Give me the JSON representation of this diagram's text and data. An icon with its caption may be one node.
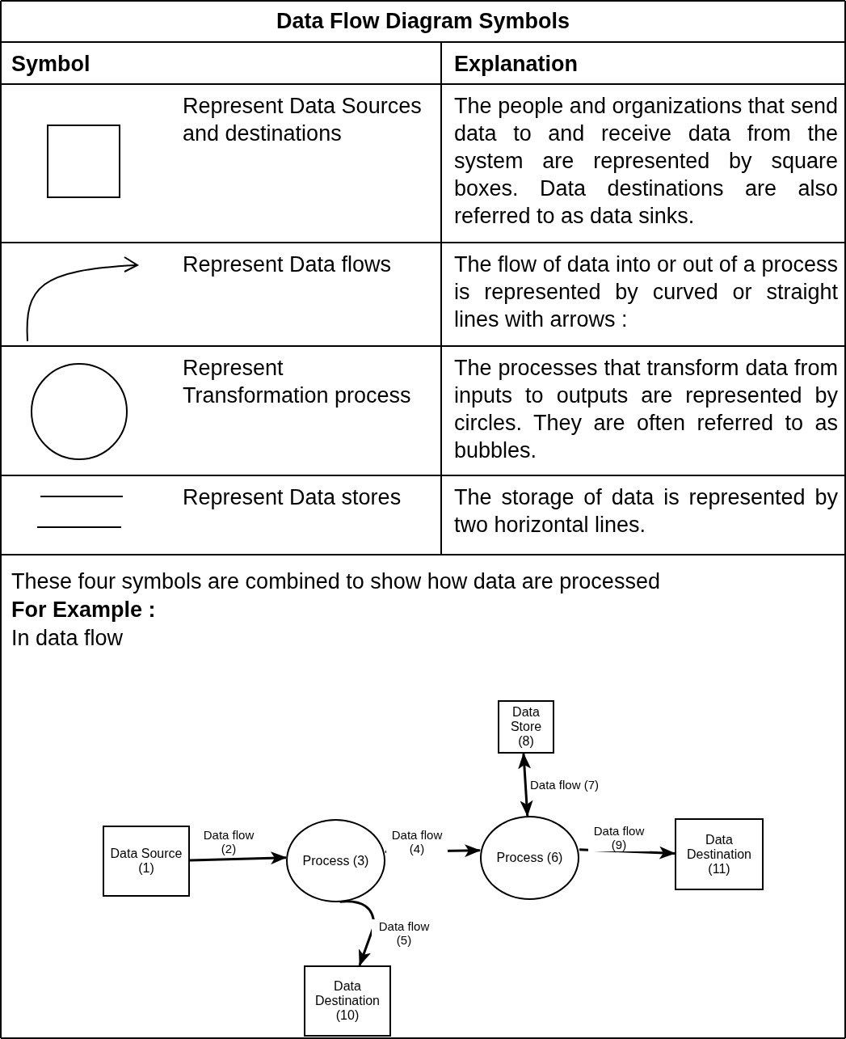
{
  "diagram": {
    "title": "Data Flow Diagram Symbols",
    "nodes": [
      {
        "text": [
          "Data Store (8)"
        ]
      },
      {
        "text": [
          "Data Source (1)"
        ]
      },
      {
        "text": [
          "Process (3)"
        ]
      },
      {
        "text": [
          "Process (6)"
        ]
      },
      {
        "text": [
          "Data Destination (11)"
        ]
      },
      {
        "text": [
          "Data Destination (10)"
        ]
      }
    ],
    "edges": [
      {
        "from": 1,
        "to": 2,
        "arrow": "to",
        "label": "Data flow (2)"
      },
      {
        "from": 2,
        "to": 3,
        "arrow": "to",
        "label": "Data flow (4)"
      },
      {
        "from": 3,
        "to": 0,
        "arrow": "both",
        "label": "Data flow (7)"
      },
      {
        "from": 3,
        "to": 4,
        "arrow": "to",
        "label": "Data flow (9)"
      },
      {
        "from": 2,
        "to": 5,
        "arrow": "to",
        "label": "Data flow (5)"
      }
    ],
    "labels": [
      "Symbol",
      "Explanation",
      "Represent Data Sources and destinations",
      "The people and organizations that send data to and receive data from the system are represented by square boxes. Data destinations are also referred to as data sinks.",
      "Represent Data flows",
      "The flow of data into or out of a process is represented by curved or straight lines with arrows :",
      "Represent Transformation process",
      "The processes that transform data from inputs to outputs are represented by circles. They are often referred to as bubbles.",
      "Represent Data stores",
      "The storage of data is represented by two horizontal lines.",
      "These four symbols are combined to show how data are processed",
      "For Example :",
      "In data flow"
    ]
  }
}
